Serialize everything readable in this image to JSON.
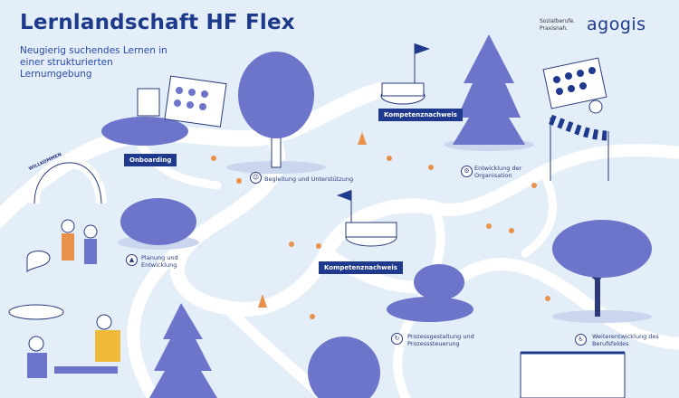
{
  "header": {
    "title": "Lernlandschaft HF Flex",
    "subtitle": "Neugierig suchendes Lernen in einer strukturierten Lernumgebung"
  },
  "brand": {
    "tagline": "Sozialberufe. Praxisnah.",
    "logo": "agogis"
  },
  "stations": {
    "onboarding": "Onboarding",
    "begleitung": "Begleitung und Unterstützung",
    "kompetenz_top": "Kompetenznachweis",
    "entwicklung_org": "Entwicklung der Organisation",
    "planung": "Planung und Entwicklung",
    "kompetenz_mid": "Kompetenznachweis",
    "prozess": "Prozessgestaltung und Prozesssteuerung",
    "weiterentwicklung": "Weiterentwicklung des Berufsfeldes"
  },
  "gate_text": "WILLKOMMEN",
  "colors": {
    "background": "#e4eef8",
    "path": "#ffffff",
    "tree": "#6c75c9",
    "navy": "#1f3a8c"
  },
  "icons": [
    "person-icon",
    "gear-icon",
    "chart-icon",
    "lightbulb-icon",
    "process-icon",
    "wheelchair-icon"
  ]
}
